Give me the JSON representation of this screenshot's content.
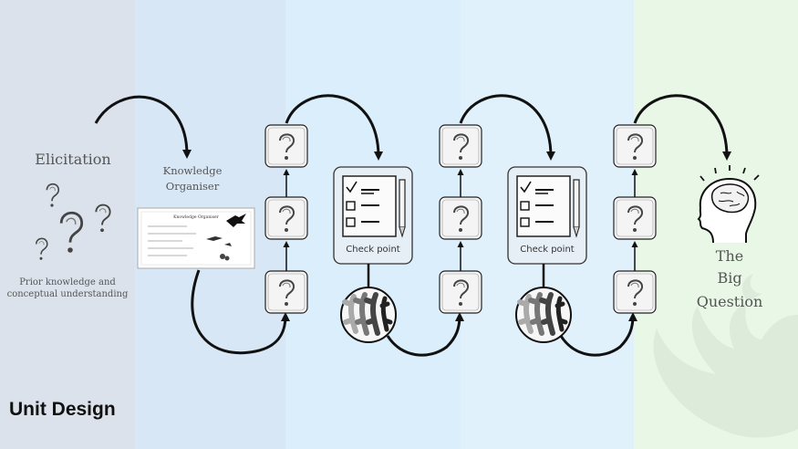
{
  "title": "Unit Design",
  "elicitation": {
    "heading": "Elicitation",
    "caption_line1": "Prior knowledge and",
    "caption_line2": "conceptual understanding"
  },
  "knowledge_organiser": {
    "label_line1": "Knowledge",
    "label_line2": "Organiser",
    "card_title": "Knowledge Organiser"
  },
  "checkpoint_label": "Check point",
  "big_question": {
    "line1": "The",
    "line2": "Big",
    "line3": "Question"
  },
  "question_mark": "?",
  "colors": {
    "band1": "#dbe2eb",
    "band2": "#d8e7f5",
    "band3": "#dbeefb",
    "band4": "#e0f1fc",
    "band5": "#e3f6fd",
    "band6": "#e8f7e6",
    "arrow": "#111111",
    "box_fill": "#f4f4f4"
  },
  "icons": [
    "question-mark-icon",
    "checklist-icon",
    "pencil-icon",
    "lizard-group-icon",
    "thinking-head-icon",
    "phoenix-watermark-icon",
    "bird-silhouette-icon"
  ]
}
